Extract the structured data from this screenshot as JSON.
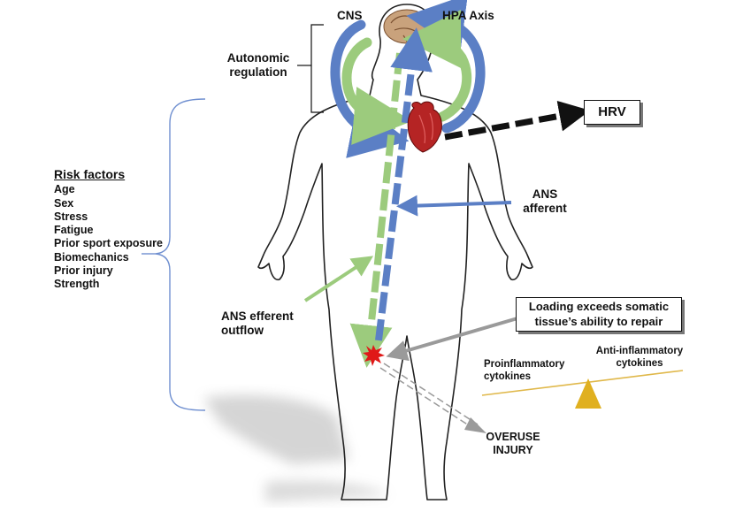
{
  "labels": {
    "cns": "CNS",
    "hpa_axis": "HPA Axis",
    "autonomic_regulation": [
      "Autonomic",
      "regulation"
    ],
    "hrv": "HRV",
    "ans_afferent": [
      "ANS",
      "afferent"
    ],
    "ans_efferent_outflow": [
      "ANS efferent",
      "outflow"
    ],
    "loading_box": [
      "Loading exceeds somatic",
      "tissue’s ability to repair"
    ],
    "proinflammatory": [
      "Proinflammatory",
      "cytokines"
    ],
    "anti_inflammatory": [
      "Anti-inflammatory",
      "cytokines"
    ],
    "overuse_injury": [
      "OVERUSE",
      "INJURY"
    ]
  },
  "risk_factors": {
    "title": "Risk factors",
    "items": [
      "Age",
      "Sex",
      "Stress",
      "Fatigue",
      "Prior sport exposure",
      "Biomechanics",
      "Prior injury",
      "Strength"
    ]
  },
  "colors": {
    "green": "#9ccb7d",
    "blue": "#5b7fc5",
    "bracket_blue": "#6f8fd0",
    "gray_arrow": "#9a9a9a",
    "heart": "#b52424",
    "brain": "#c9a27c",
    "injury_star": "#e01818",
    "scale_beam": "#e0b84a",
    "scale_fulcrum": "#e0b020"
  }
}
